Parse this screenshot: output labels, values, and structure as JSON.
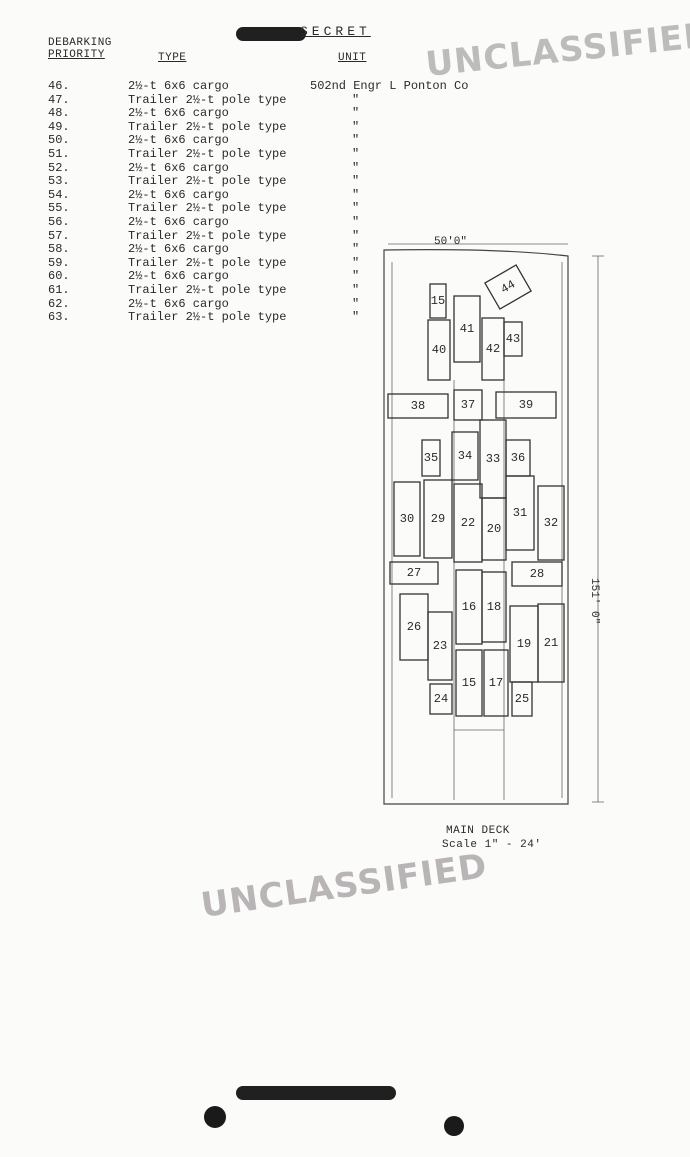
{
  "header": {
    "classification": "SECRET",
    "col_priority_line1": "DEBARKING",
    "col_priority_line2": "PRIORITY",
    "col_type": "TYPE",
    "col_unit": "UNIT"
  },
  "stamps": {
    "top_right": "UNCLASSIFIED",
    "middle": "UNCLASSIFIED"
  },
  "rows": [
    {
      "priority": "46.",
      "type": "2½-t 6x6 cargo",
      "unit": "502nd Engr L Ponton Co"
    },
    {
      "priority": "47.",
      "type": "Trailer 2½-t pole type",
      "unit": "\""
    },
    {
      "priority": "48.",
      "type": "2½-t 6x6 cargo",
      "unit": "\""
    },
    {
      "priority": "49.",
      "type": "Trailer 2½-t pole type",
      "unit": "\""
    },
    {
      "priority": "50.",
      "type": "2½-t 6x6 cargo",
      "unit": "\""
    },
    {
      "priority": "51.",
      "type": "Trailer 2½-t pole type",
      "unit": "\""
    },
    {
      "priority": "52.",
      "type": "2½-t 6x6 cargo",
      "unit": "\""
    },
    {
      "priority": "53.",
      "type": "Trailer 2½-t pole type",
      "unit": "\""
    },
    {
      "priority": "54.",
      "type": "2½-t 6x6 cargo",
      "unit": "\""
    },
    {
      "priority": "55.",
      "type": "Trailer 2½-t pole type",
      "unit": "\""
    },
    {
      "priority": "56.",
      "type": "2½-t 6x6 cargo",
      "unit": "\""
    },
    {
      "priority": "57.",
      "type": "Trailer 2½-t pole type",
      "unit": "\""
    },
    {
      "priority": "58.",
      "type": "2½-t 6x6 cargo",
      "unit": "\""
    },
    {
      "priority": "59.",
      "type": "Trailer 2½-t pole type",
      "unit": "\""
    },
    {
      "priority": "60.",
      "type": "2½-t 6x6 cargo",
      "unit": "\""
    },
    {
      "priority": "61.",
      "type": "Trailer 2½-t pole type",
      "unit": "\""
    },
    {
      "priority": "62.",
      "type": "2½-t 6x6 cargo",
      "unit": "\""
    },
    {
      "priority": "63.",
      "type": "Trailer 2½-t pole type",
      "unit": "\""
    }
  ],
  "deck_plan": {
    "width_label": "50'0\"",
    "length_label": "151' 0\"",
    "caption_line1": "MAIN DECK",
    "caption_line2": "Scale 1\" - 24'",
    "vehicle_numbers": [
      "15",
      "41",
      "42",
      "43",
      "44",
      "40",
      "38",
      "37",
      "39",
      "35",
      "34",
      "33",
      "36",
      "30",
      "29",
      "22",
      "20",
      "31",
      "32",
      "27",
      "28",
      "16",
      "18",
      "26",
      "23",
      "19",
      "21",
      "24",
      "15",
      "17",
      "25"
    ]
  }
}
